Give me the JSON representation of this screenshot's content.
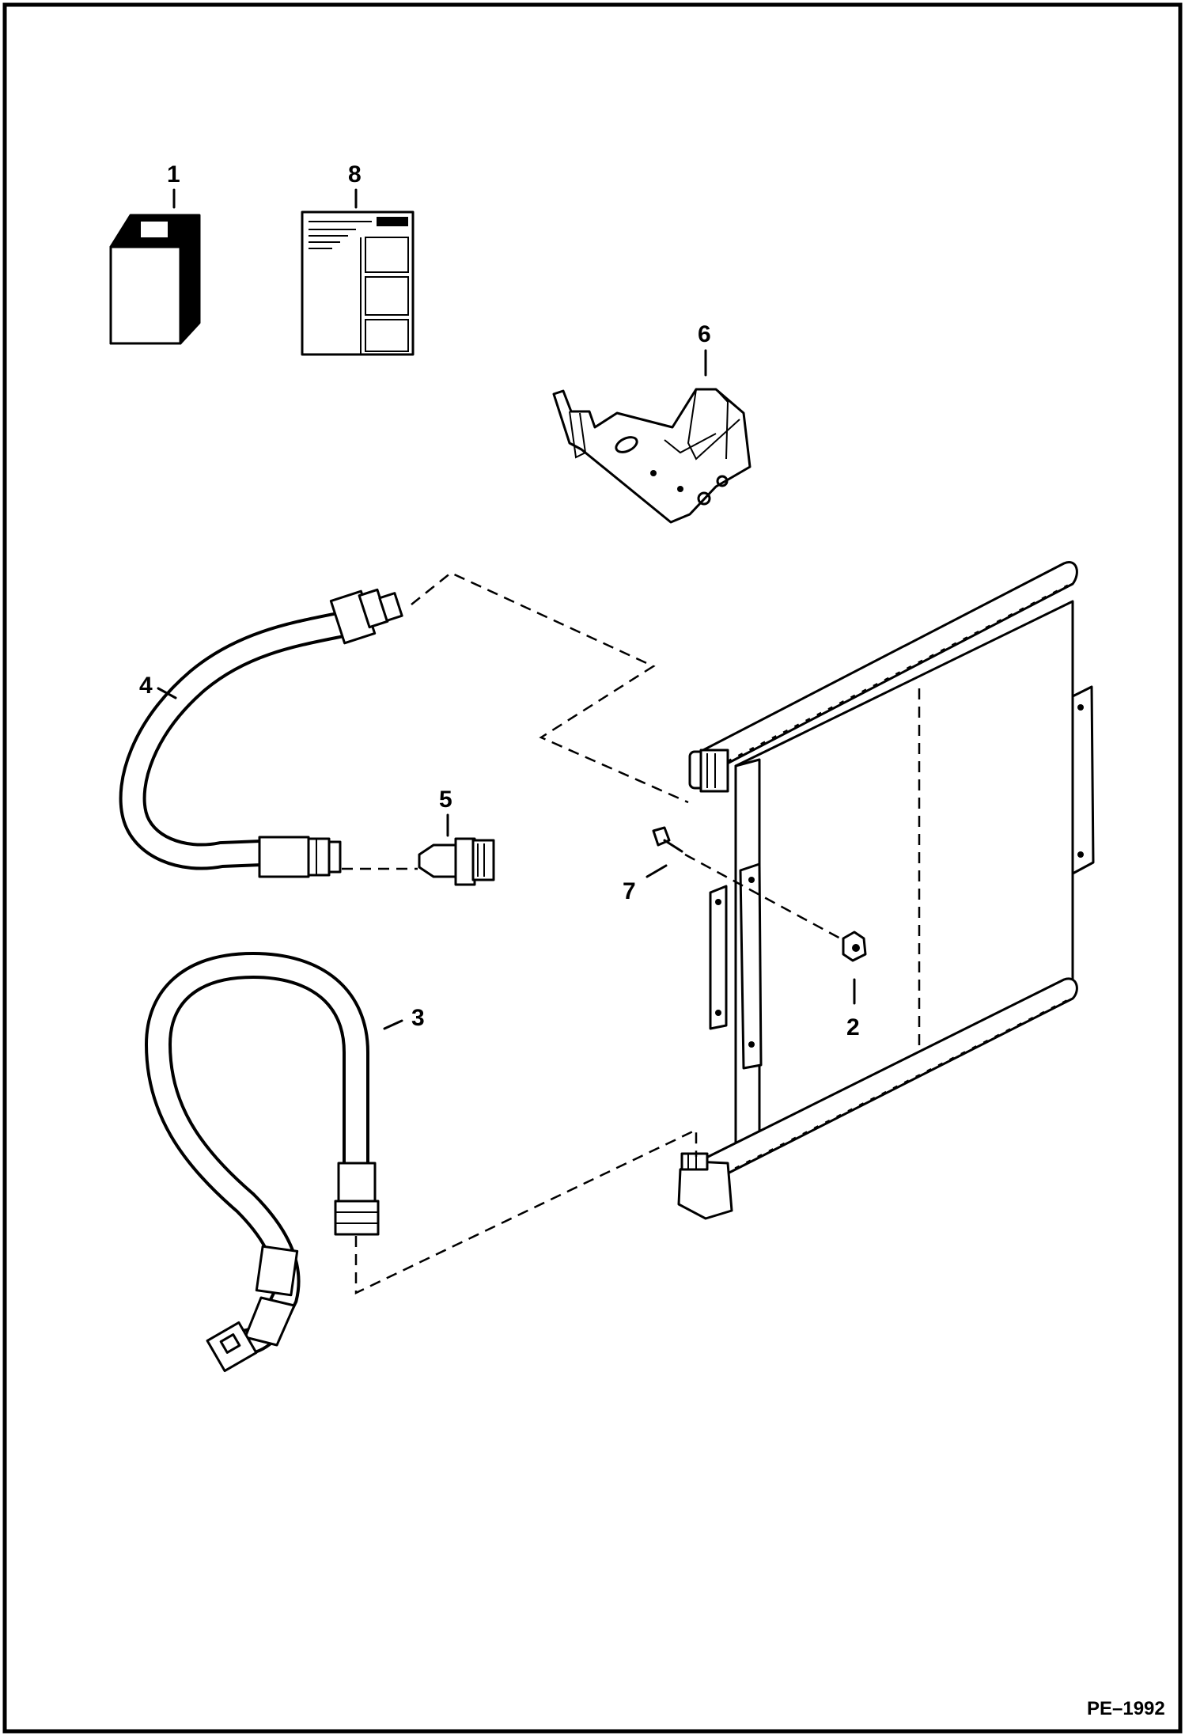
{
  "figure": {
    "code": "PE–1992"
  },
  "callouts": {
    "c1": "1",
    "c2": "2",
    "c3": "3",
    "c4": "4",
    "c5": "5",
    "c6": "6",
    "c7": "7",
    "c8": "8"
  }
}
